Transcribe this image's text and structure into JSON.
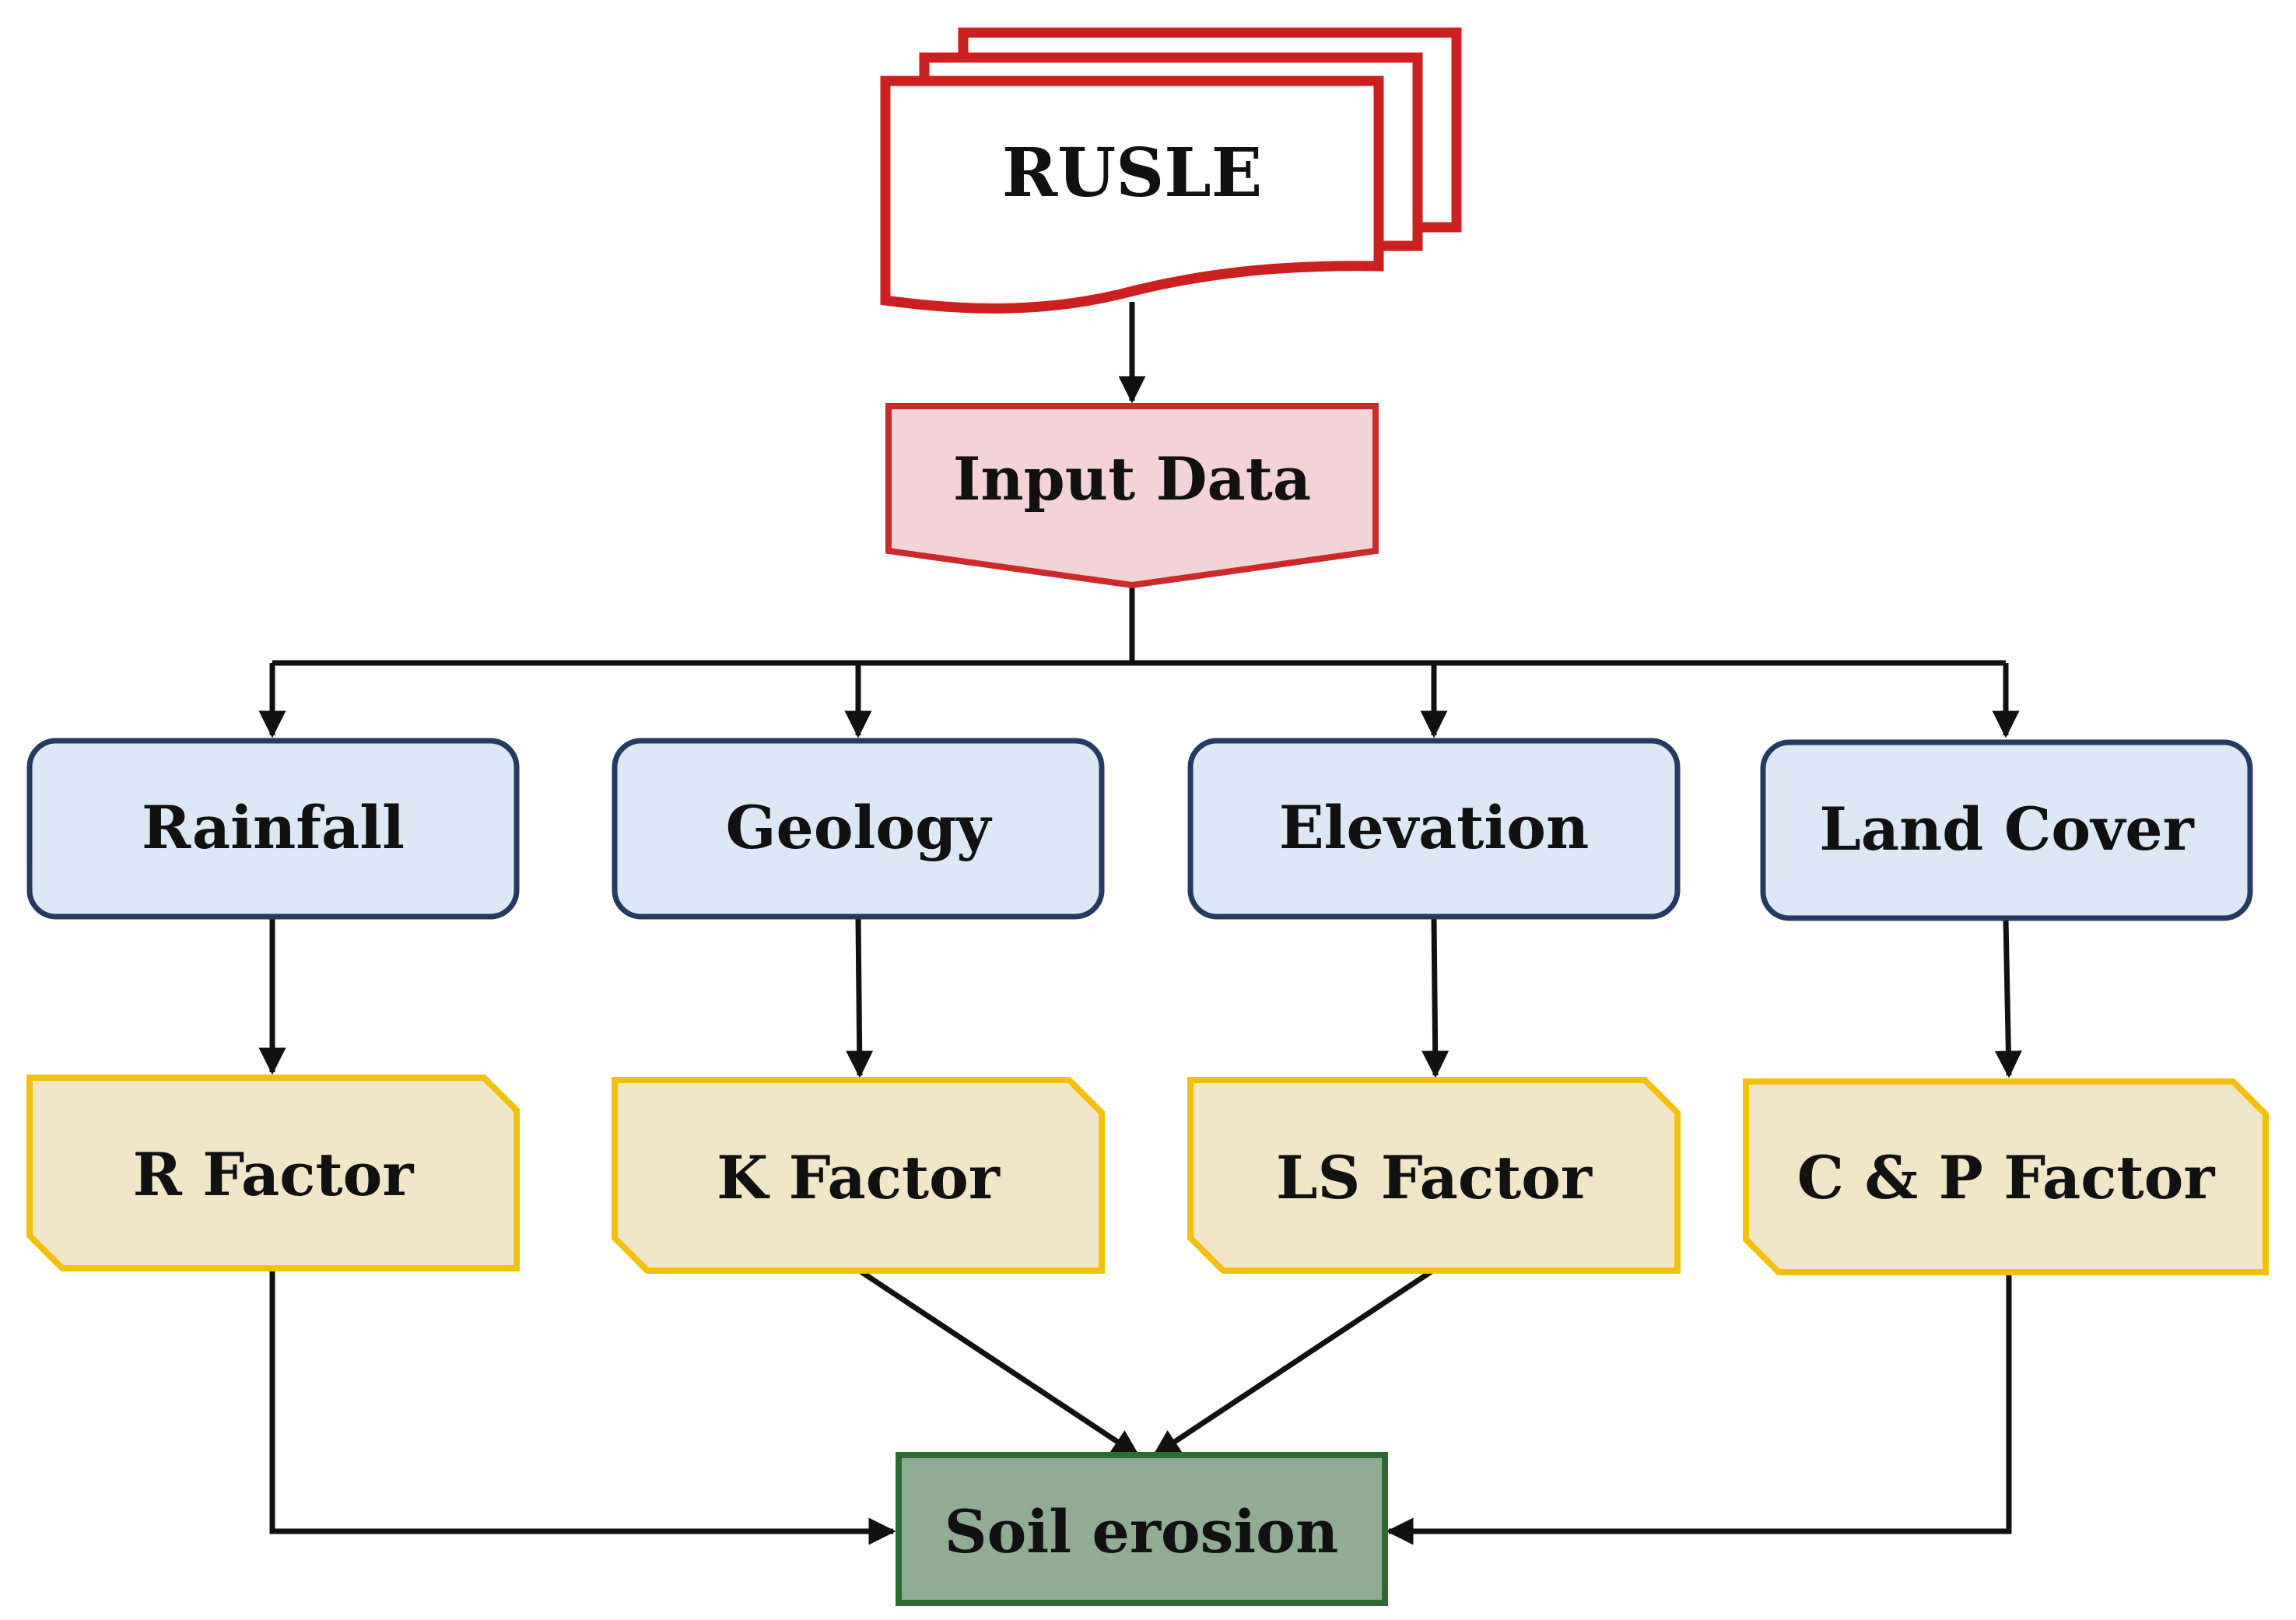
{
  "colors": {
    "rusle_stroke": "#cc1f1f",
    "input_fill": "#f4d3d6",
    "input_stroke": "#cc2a2a",
    "source_fill": "#dde8f6",
    "source_stroke": "#243a60",
    "factor_fill": "#f1e6c8",
    "factor_stroke": "#f2c10e",
    "output_fill": "#90ad94",
    "output_stroke": "#2f6a30",
    "connector": "#111111"
  },
  "nodes": {
    "rusle": {
      "label": "RUSLE"
    },
    "input": {
      "label": "Input Data"
    },
    "rainfall": {
      "label": "Rainfall"
    },
    "geology": {
      "label": "Geology"
    },
    "elevation": {
      "label": "Elevation"
    },
    "land_cover": {
      "label": "Land Cover"
    },
    "r_factor": {
      "label": "R Factor"
    },
    "k_factor": {
      "label": "K Factor"
    },
    "ls_factor": {
      "label": "LS Factor"
    },
    "cp_factor": {
      "label": "C & P Factor"
    },
    "soil_erosion": {
      "label": "Soil erosion"
    }
  },
  "edges": [
    {
      "from": "rusle",
      "to": "input"
    },
    {
      "from": "input",
      "to": "rainfall"
    },
    {
      "from": "input",
      "to": "geology"
    },
    {
      "from": "input",
      "to": "elevation"
    },
    {
      "from": "input",
      "to": "land_cover"
    },
    {
      "from": "rainfall",
      "to": "r_factor"
    },
    {
      "from": "geology",
      "to": "k_factor"
    },
    {
      "from": "elevation",
      "to": "ls_factor"
    },
    {
      "from": "land_cover",
      "to": "cp_factor"
    },
    {
      "from": "r_factor",
      "to": "soil_erosion"
    },
    {
      "from": "k_factor",
      "to": "soil_erosion"
    },
    {
      "from": "ls_factor",
      "to": "soil_erosion"
    },
    {
      "from": "cp_factor",
      "to": "soil_erosion"
    }
  ]
}
